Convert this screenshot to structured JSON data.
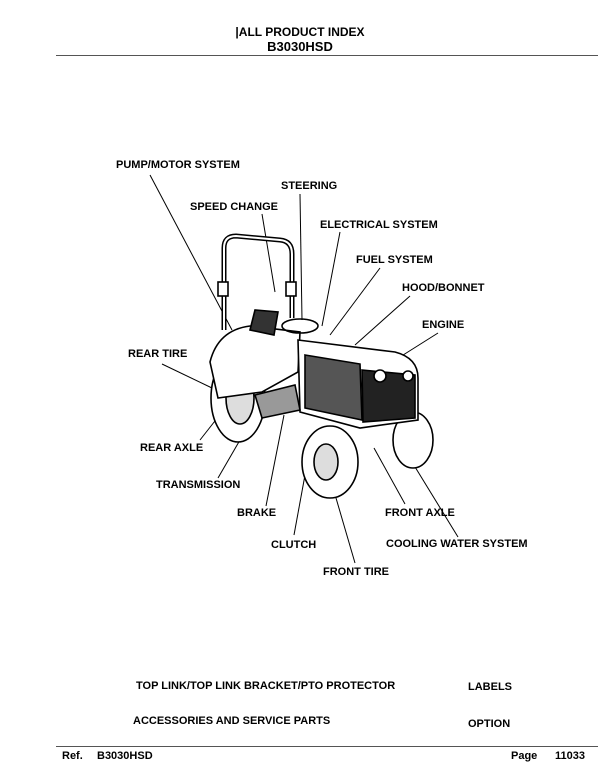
{
  "header": {
    "index_title": "|ALL PRODUCT INDEX",
    "model": "B3030HSD"
  },
  "labels": {
    "pump_motor_system": "PUMP/MOTOR SYSTEM",
    "steering": "STEERING",
    "speed_change": "SPEED CHANGE",
    "electrical_system": "ELECTRICAL SYSTEM",
    "fuel_system": "FUEL SYSTEM",
    "hood_bonnet": "HOOD/BONNET",
    "engine": "ENGINE",
    "rear_tire": "REAR TIRE",
    "rear_axle": "REAR AXLE",
    "transmission": "TRANSMISSION",
    "brake": "BRAKE",
    "clutch": "CLUTCH",
    "front_tire": "FRONT TIRE",
    "front_axle": "FRONT AXLE",
    "cooling_water_system": "COOLING WATER SYSTEM"
  },
  "links": {
    "top_link": "TOP LINK/TOP LINK BRACKET/PTO PROTECTOR",
    "labels": "LABELS",
    "accessories": "ACCESSORIES AND SERVICE PARTS",
    "option": "OPTION"
  },
  "footer": {
    "ref_label": "Ref.",
    "ref_value": "B3030HSD",
    "page_label": "Page",
    "page_value": "11033"
  }
}
